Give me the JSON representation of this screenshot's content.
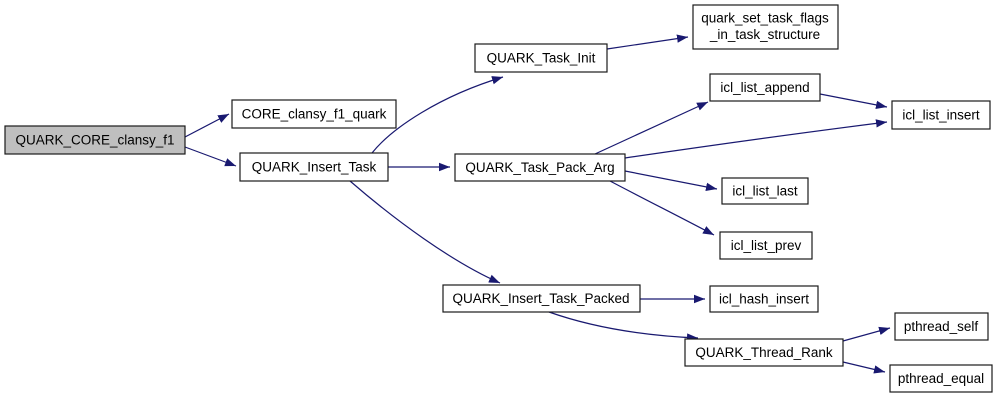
{
  "diagram": {
    "type": "call-graph",
    "background_color": "#ffffff",
    "edge_color": "#191970",
    "node_border_color": "#1a1a1a",
    "node_fill_color": "#ffffff",
    "root_node_fill_color": "#bfbfbf",
    "nodes": [
      {
        "id": "QUARK_CORE_clansy_f1",
        "label": "QUARK_CORE_clansy_f1",
        "highlighted": true
      },
      {
        "id": "CORE_clansy_f1_quark",
        "label": "CORE_clansy_f1_quark",
        "highlighted": false
      },
      {
        "id": "QUARK_Insert_Task",
        "label": "QUARK_Insert_Task",
        "highlighted": false
      },
      {
        "id": "QUARK_Task_Init",
        "label": "QUARK_Task_Init",
        "highlighted": false
      },
      {
        "id": "quark_set_task_flags_in_task_structure",
        "label": "quark_set_task_flags_in_task_structure",
        "label_lines": [
          "quark_set_task_flags",
          "_in_task_structure"
        ],
        "highlighted": false
      },
      {
        "id": "icl_list_append",
        "label": "icl_list_append",
        "highlighted": false
      },
      {
        "id": "icl_list_insert",
        "label": "icl_list_insert",
        "highlighted": false
      },
      {
        "id": "QUARK_Task_Pack_Arg",
        "label": "QUARK_Task_Pack_Arg",
        "highlighted": false
      },
      {
        "id": "icl_list_last",
        "label": "icl_list_last",
        "highlighted": false
      },
      {
        "id": "icl_list_prev",
        "label": "icl_list_prev",
        "highlighted": false
      },
      {
        "id": "QUARK_Insert_Task_Packed",
        "label": "QUARK_Insert_Task_Packed",
        "highlighted": false
      },
      {
        "id": "icl_hash_insert",
        "label": "icl_hash_insert",
        "highlighted": false
      },
      {
        "id": "QUARK_Thread_Rank",
        "label": "QUARK_Thread_Rank",
        "highlighted": false
      },
      {
        "id": "pthread_self",
        "label": "pthread_self",
        "highlighted": false
      },
      {
        "id": "pthread_equal",
        "label": "pthread_equal",
        "highlighted": false
      }
    ],
    "edges": [
      {
        "from": "QUARK_CORE_clansy_f1",
        "to": "CORE_clansy_f1_quark"
      },
      {
        "from": "QUARK_CORE_clansy_f1",
        "to": "QUARK_Insert_Task"
      },
      {
        "from": "QUARK_Insert_Task",
        "to": "QUARK_Task_Init"
      },
      {
        "from": "QUARK_Insert_Task",
        "to": "QUARK_Task_Pack_Arg"
      },
      {
        "from": "QUARK_Insert_Task",
        "to": "QUARK_Insert_Task_Packed"
      },
      {
        "from": "QUARK_Task_Init",
        "to": "quark_set_task_flags_in_task_structure"
      },
      {
        "from": "QUARK_Task_Pack_Arg",
        "to": "icl_list_append"
      },
      {
        "from": "QUARK_Task_Pack_Arg",
        "to": "icl_list_insert"
      },
      {
        "from": "QUARK_Task_Pack_Arg",
        "to": "icl_list_last"
      },
      {
        "from": "QUARK_Task_Pack_Arg",
        "to": "icl_list_prev"
      },
      {
        "from": "icl_list_append",
        "to": "icl_list_insert"
      },
      {
        "from": "QUARK_Insert_Task_Packed",
        "to": "icl_hash_insert"
      },
      {
        "from": "QUARK_Insert_Task_Packed",
        "to": "QUARK_Thread_Rank"
      },
      {
        "from": "QUARK_Thread_Rank",
        "to": "pthread_self"
      },
      {
        "from": "QUARK_Thread_Rank",
        "to": "pthread_equal"
      }
    ]
  }
}
